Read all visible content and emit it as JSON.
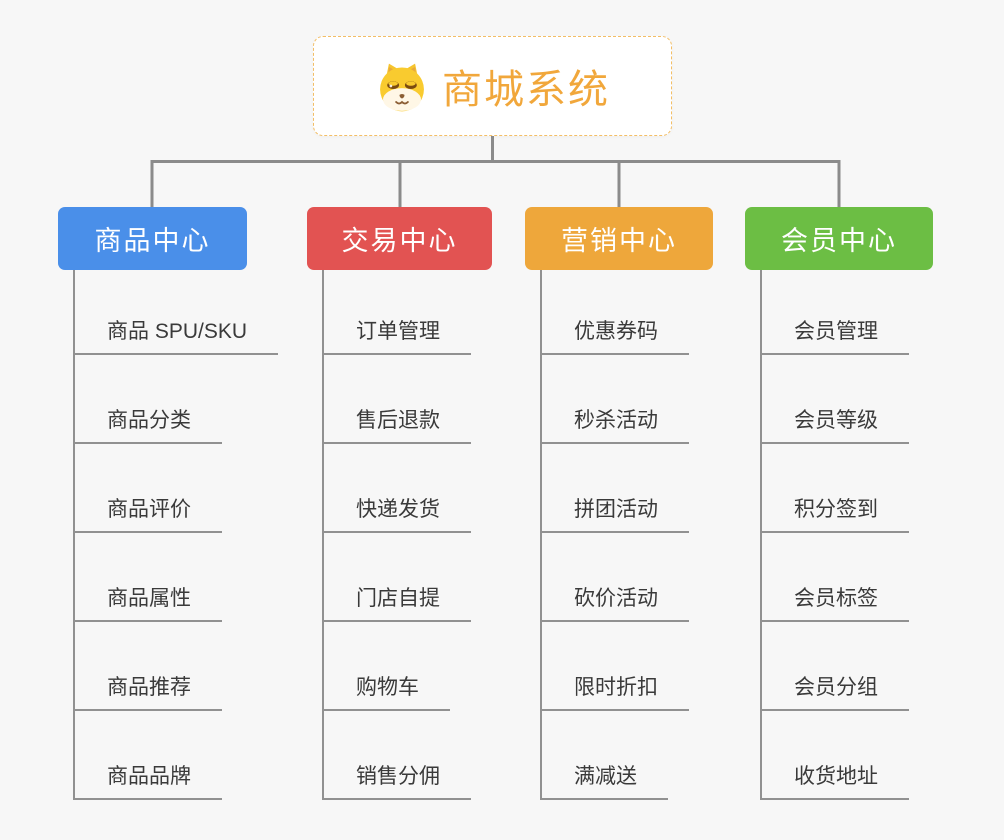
{
  "background_color": "#F7F7F7",
  "connector_color": "#8B8B8B",
  "line_color": "#919191",
  "item_text_color": "#3A3A3A",
  "root": {
    "title": "商城系统",
    "title_color": "#F1A73B",
    "border_color": "#F3BE66",
    "icon": "shiba-dog-icon"
  },
  "branches": [
    {
      "id": "product-center",
      "label": "商品中心",
      "color": "#4A8FE9",
      "items": [
        "商品 SPU/SKU",
        "商品分类",
        "商品评价",
        "商品属性",
        "商品推荐",
        "商品品牌"
      ]
    },
    {
      "id": "trade-center",
      "label": "交易中心",
      "color": "#E25352",
      "items": [
        "订单管理",
        "售后退款",
        "快递发货",
        "门店自提",
        "购物车",
        "销售分佣"
      ]
    },
    {
      "id": "marketing-center",
      "label": "营销中心",
      "color": "#EEA73B",
      "items": [
        "优惠券码",
        "秒杀活动",
        "拼团活动",
        "砍价活动",
        "限时折扣",
        "满减送"
      ]
    },
    {
      "id": "member-center",
      "label": "会员中心",
      "color": "#6CBE44",
      "items": [
        "会员管理",
        "会员等级",
        "积分签到",
        "会员标签",
        "会员分组",
        "收货地址"
      ]
    }
  ]
}
